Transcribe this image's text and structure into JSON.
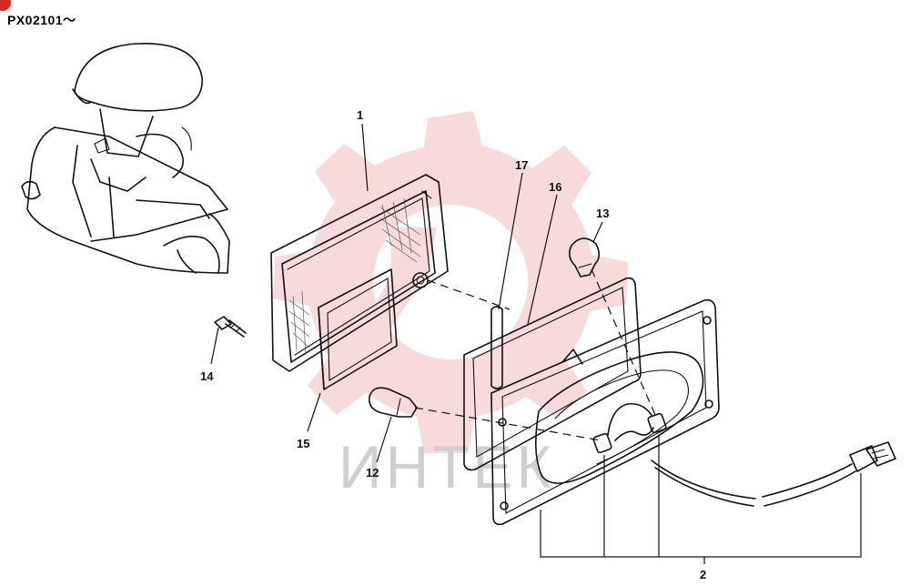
{
  "header": {
    "serial_range": "PX02101～"
  },
  "watermark": {
    "text": "ИНТЕК",
    "color": "#f4bcbc"
  },
  "callouts": [
    {
      "id": "c1",
      "label": "1"
    },
    {
      "id": "c2",
      "label": "2"
    },
    {
      "id": "c12",
      "label": "12"
    },
    {
      "id": "c13",
      "label": "13"
    },
    {
      "id": "c14",
      "label": "14"
    },
    {
      "id": "c15",
      "label": "15"
    },
    {
      "id": "c16",
      "label": "16"
    },
    {
      "id": "c17",
      "label": "17"
    }
  ]
}
